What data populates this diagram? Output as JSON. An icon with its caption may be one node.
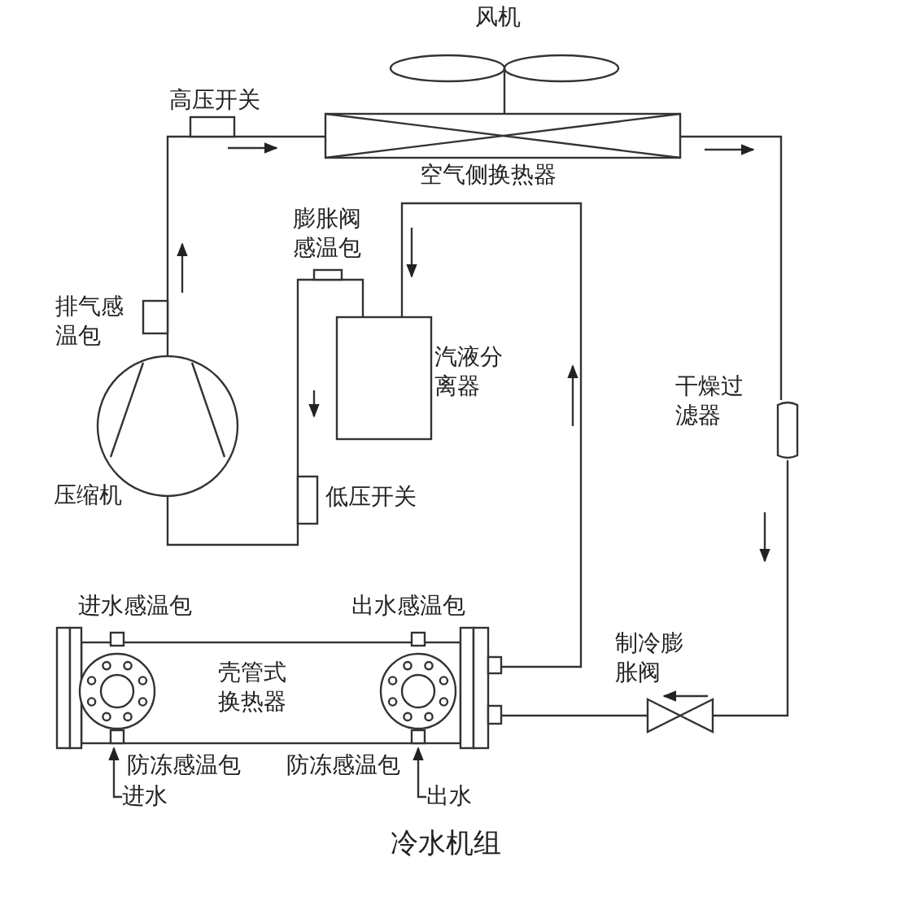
{
  "diagram": {
    "caption": "冷水机组",
    "nodes": [
      {
        "text": [
          "风机"
        ]
      },
      {
        "text": [
          "空气侧换热器"
        ]
      },
      {
        "text": [
          "高压开关"
        ]
      },
      {
        "text": [
          "排气感温包"
        ]
      },
      {
        "text": [
          "压缩机"
        ]
      },
      {
        "text": [
          "低压开关"
        ]
      },
      {
        "text": [
          "膨胀阀感温包"
        ]
      },
      {
        "text": [
          "汽液分离器"
        ]
      },
      {
        "text": [
          "干燥过滤器"
        ]
      },
      {
        "text": [
          "制冷膨胀阀"
        ]
      },
      {
        "text": [
          "壳管式换热器"
        ]
      },
      {
        "text": [
          "进水"
        ]
      },
      {
        "text": [
          "出水"
        ]
      }
    ],
    "edges": [
      {
        "from": 4,
        "to": 1,
        "arrow": "none"
      },
      {
        "from": 1,
        "to": 8,
        "arrow": "none"
      },
      {
        "from": 8,
        "to": 9,
        "arrow": "none"
      },
      {
        "from": 9,
        "to": 10,
        "arrow": "none"
      },
      {
        "from": 10,
        "to": 7,
        "arrow": "none"
      },
      {
        "from": 7,
        "to": 4,
        "arrow": "none"
      },
      {
        "from": 11,
        "to": 10,
        "arrow": "to"
      },
      {
        "from": 12,
        "to": 10,
        "arrow": "to"
      }
    ],
    "labels": [
      "进水感温包",
      "出水感温包",
      "防冻感温包",
      "防冻感温包"
    ]
  }
}
